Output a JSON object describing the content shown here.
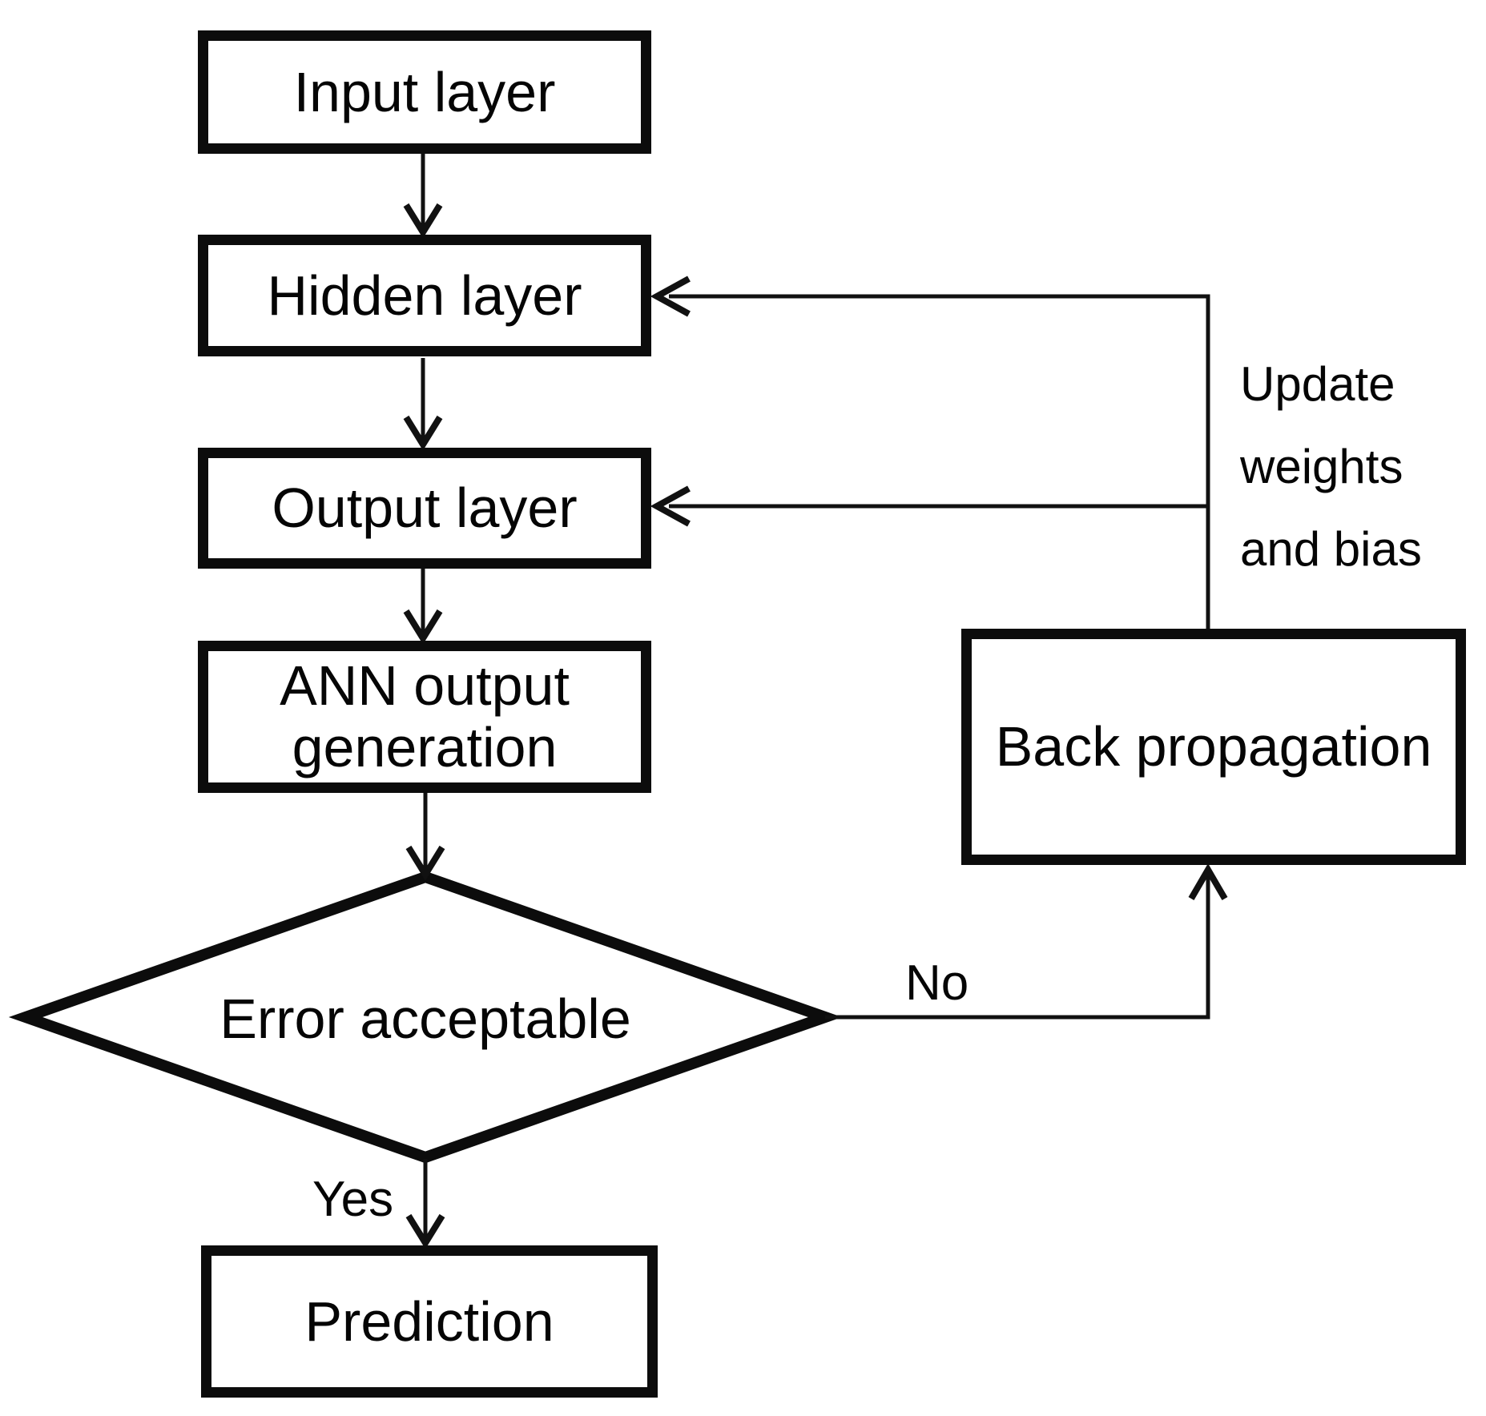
{
  "nodes": {
    "input_layer": {
      "label": "Input layer",
      "shape": "rectangle"
    },
    "hidden_layer": {
      "label": "Hidden layer",
      "shape": "rectangle"
    },
    "output_layer": {
      "label": "Output layer",
      "shape": "rectangle"
    },
    "ann_output_generation": {
      "label": "ANN output generation",
      "shape": "rectangle"
    },
    "error_acceptable": {
      "label": "Error acceptable",
      "shape": "diamond"
    },
    "prediction": {
      "label": "Prediction",
      "shape": "rectangle"
    },
    "back_propagation": {
      "label": "Back propagation",
      "shape": "rectangle"
    }
  },
  "edge_labels": {
    "yes": "Yes",
    "no": "No",
    "update_weights": {
      "lines": [
        "Update",
        "weights",
        "and bias"
      ]
    }
  },
  "colors": {
    "background": "#ffffff",
    "stroke": "#0c0c0c",
    "text": "#050505"
  }
}
